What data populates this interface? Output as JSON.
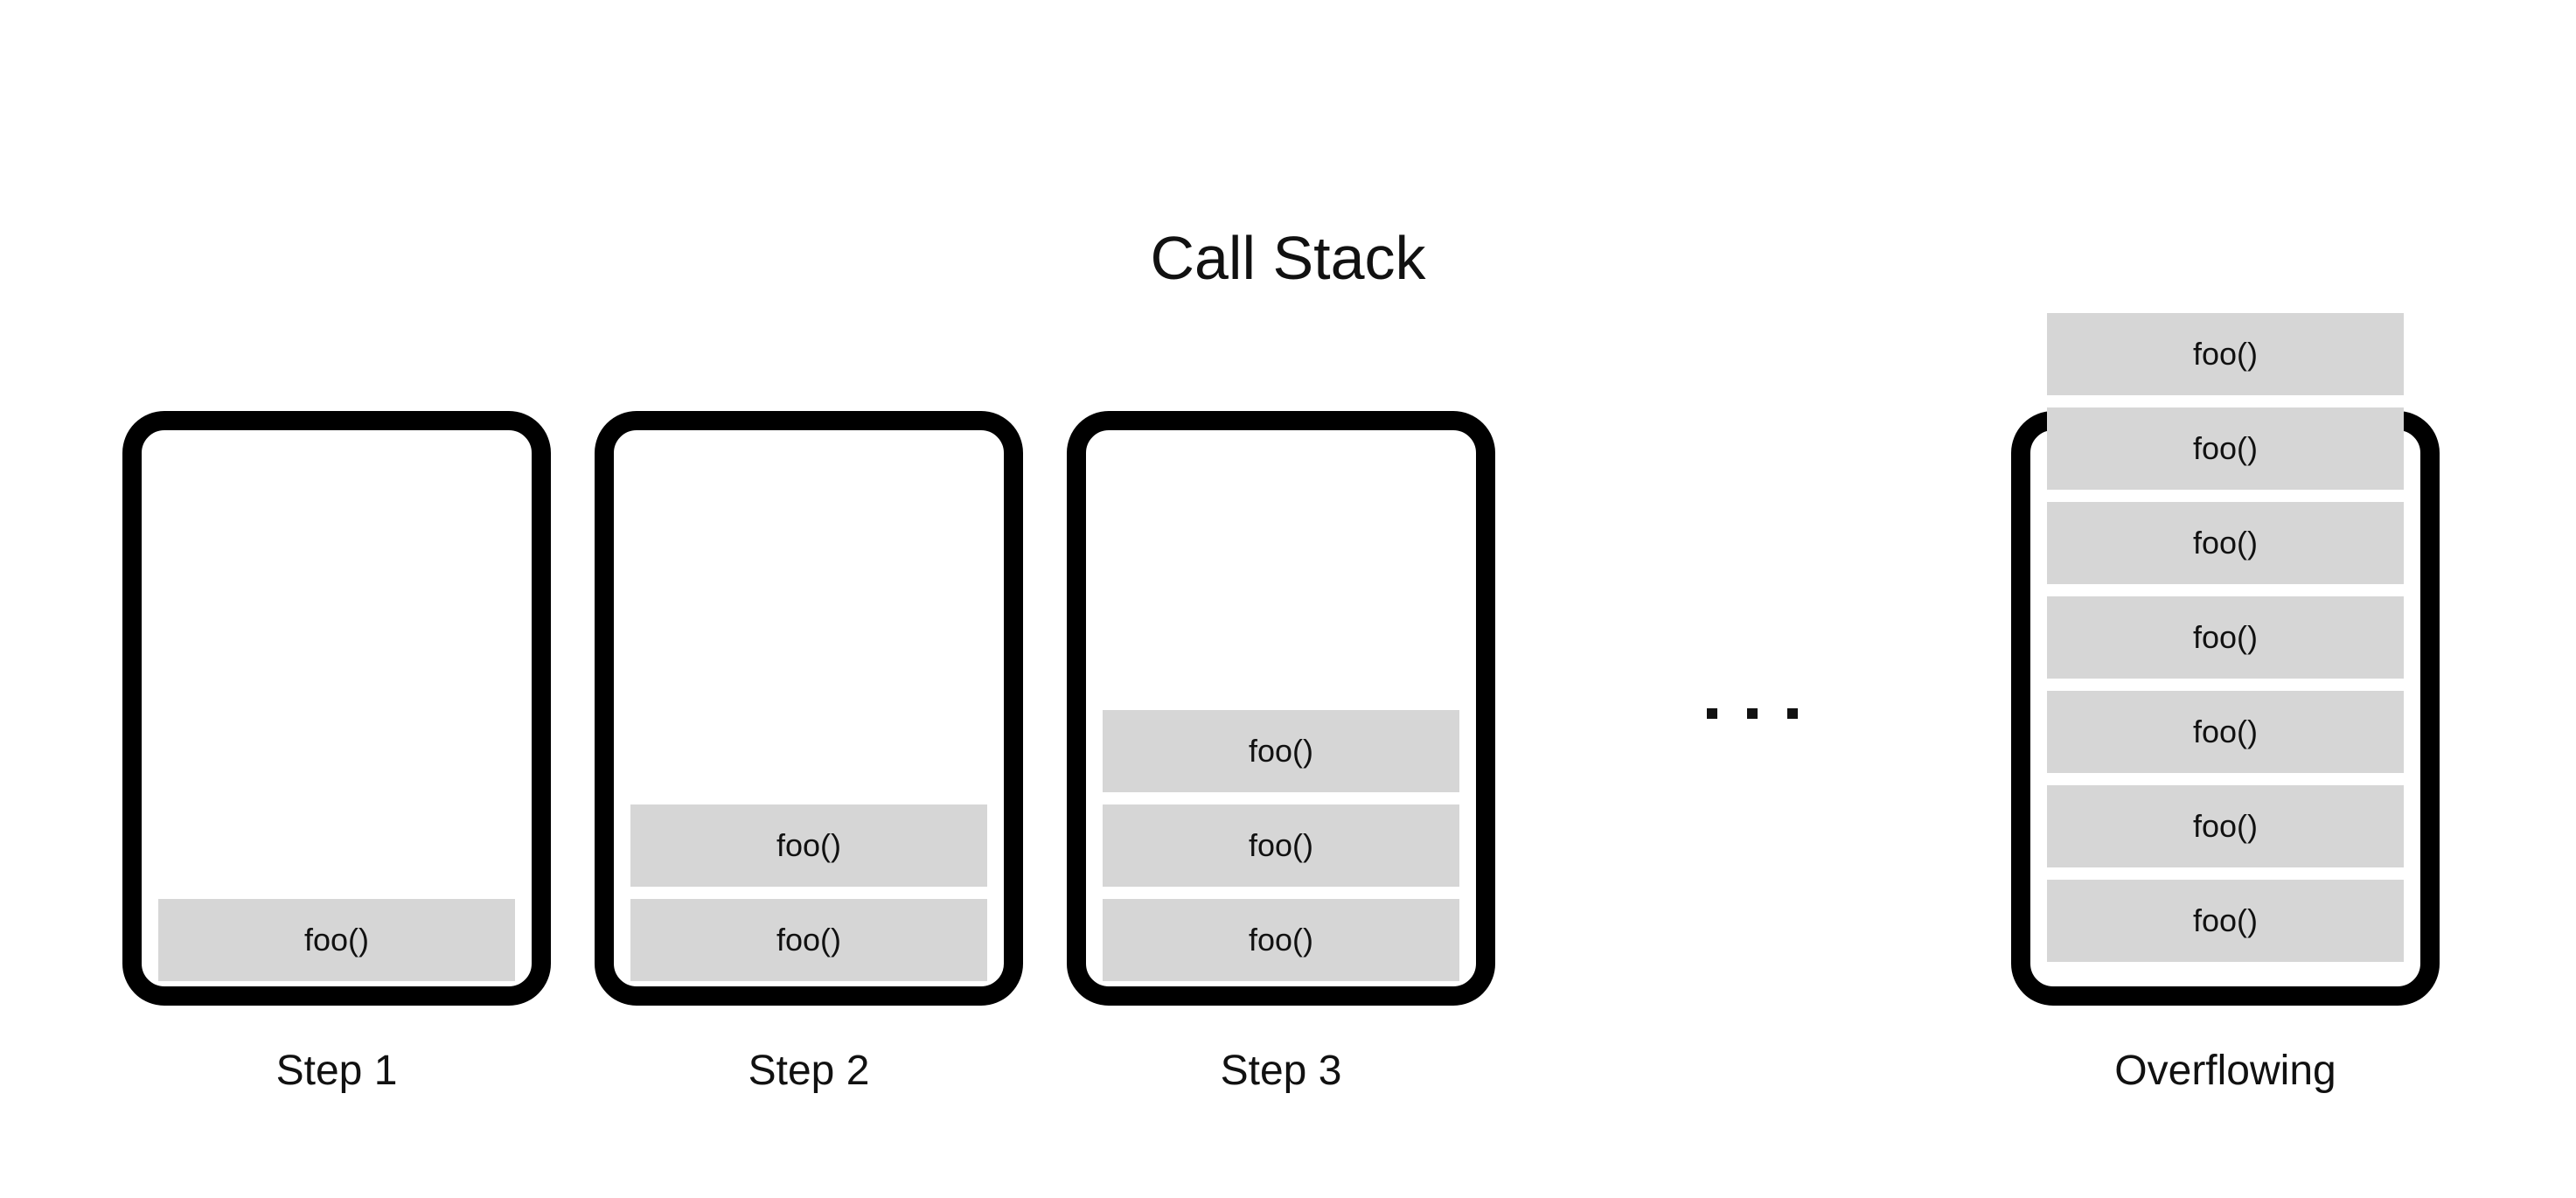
{
  "title": "Call Stack",
  "frame_label": "foo()",
  "stacks": [
    {
      "caption": "Step 1",
      "frames": [
        "foo()"
      ]
    },
    {
      "caption": "Step 2",
      "frames": [
        "foo()",
        "foo()"
      ]
    },
    {
      "caption": "Step 3",
      "frames": [
        "foo()",
        "foo()",
        "foo()"
      ]
    },
    {
      "caption": "Overflowing",
      "frames": [
        "foo()",
        "foo()",
        "foo()",
        "foo()",
        "foo()",
        "foo()",
        "foo()"
      ]
    }
  ],
  "ellipsis": "...",
  "colors": {
    "border": "#000000",
    "frame_fill": "#d6d6d6",
    "background": "#ffffff"
  }
}
